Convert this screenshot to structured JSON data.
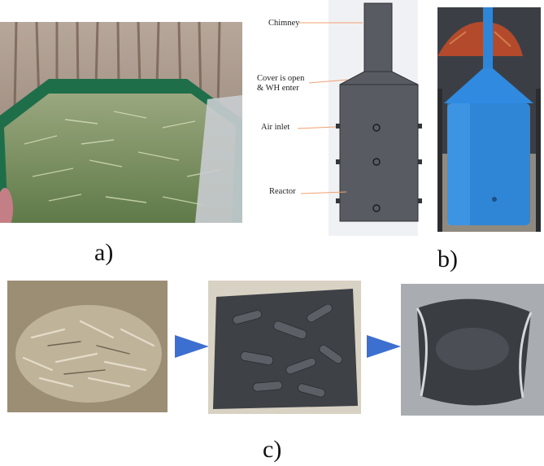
{
  "panels": {
    "a_label": "a)",
    "b_label": "b)",
    "c_label": "c)"
  },
  "reactor_diagram": {
    "chimney_label": "Chimney",
    "cover_label_line1": "Cover is open",
    "cover_label_line2": "& WH enter",
    "air_inlet_label": "Air inlet",
    "reactor_label": "Reactor"
  },
  "colors": {
    "reactor_body": "#585c62",
    "leader_line": "#f0a070",
    "arrow": "#3d6fd0",
    "blue_reactor": "#2e86d8"
  }
}
